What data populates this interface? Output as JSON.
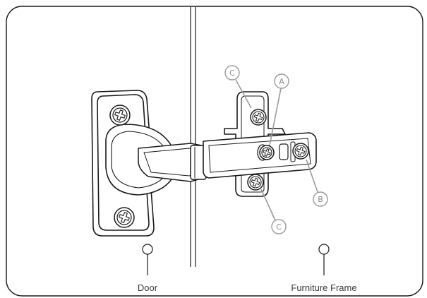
{
  "labels": {
    "door": "Door",
    "frame": "Furniture Frame"
  },
  "callouts": {
    "a": "A",
    "b": "B",
    "c_top": "C",
    "c_bottom": "C"
  },
  "colors": {
    "line": "#1a1a1a",
    "callout": "#9a9a9a",
    "frame_border": "#1a1a1a",
    "background": "#ffffff"
  },
  "icons": {
    "screw": "cross-head-screw-icon"
  }
}
